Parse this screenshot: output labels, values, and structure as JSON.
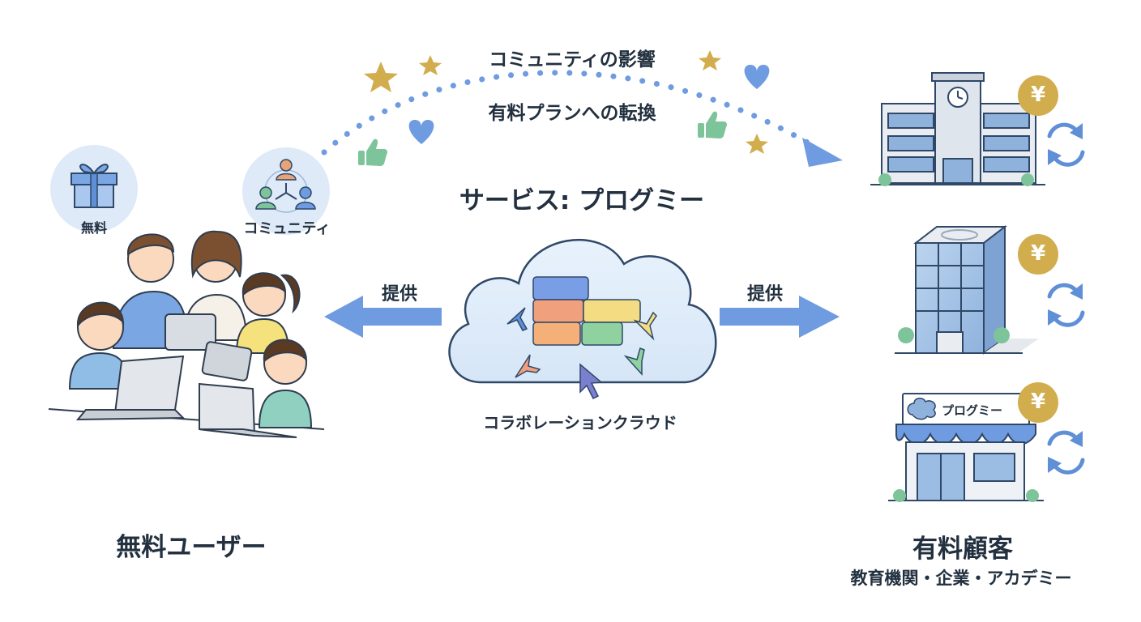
{
  "arc": {
    "top_text": "コミュニティの影響",
    "bottom_text": "有料プランへの転換"
  },
  "service": {
    "title": "サービス: プログミー",
    "cloud_label": "コラボレーションクラウド"
  },
  "arrows": {
    "left_label": "提供",
    "right_label": "提供"
  },
  "free": {
    "gift_label": "無料",
    "community_label": "コミュニティ",
    "group_title": "無料ユーザー"
  },
  "paid": {
    "group_title": "有料顧客",
    "subtitle": "教育機関・企業・アカデミー",
    "currency_symbol": "¥",
    "shop_sign": "プログミー"
  },
  "colors": {
    "accent_blue": "#6f9be0",
    "gold": "#d2ad4e",
    "green": "#7ec49a",
    "text": "#22303f"
  }
}
